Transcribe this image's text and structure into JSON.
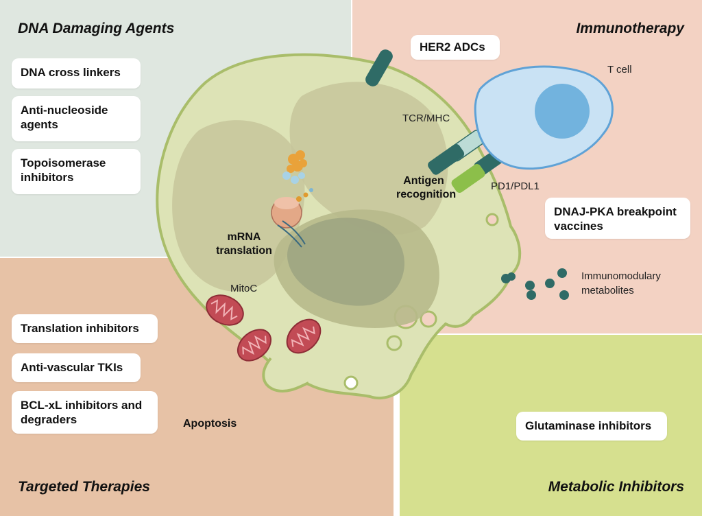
{
  "quadrants": {
    "dna_damaging": {
      "title": "DNA Damaging Agents",
      "items": [
        "DNA cross linkers",
        "Anti-nucleoside agents",
        "Topoisomerase inhibitors"
      ]
    },
    "immunotherapy": {
      "title": "Immunotherapy",
      "items": [
        "HER2 ADCs",
        "DNAJ-PKA breakpoint vaccines"
      ]
    },
    "targeted": {
      "title": "Targeted Therapies",
      "items": [
        "Translation inhibitors",
        "Anti-vascular TKIs",
        "BCL-xL inhibitors and degraders"
      ]
    },
    "metabolic": {
      "title": "Metabolic Inhibitors",
      "items": [
        "Glutaminase inhibitors"
      ]
    }
  },
  "labels": {
    "t_cell": "T cell",
    "tcr_mhc": "TCR/MHC",
    "pd1_pdl1": "PD1/PDL1",
    "antigen_recognition": "Antigen recognition",
    "mrna_translation": "mRNA translation",
    "mitoc": "MitoC",
    "apoptosis": "Apoptosis",
    "immunomodulary_metabolites": "Immunomodulary metabolites"
  },
  "colors": {
    "dna_bg": "#dfe7e0",
    "immuno_bg": "#f3d2c3",
    "targeted_bg": "#e7c2a6",
    "metabolic_bg": "#d6e08f",
    "cell_fill": "#dde3b6",
    "cell_border": "#a9bd6a",
    "nucleus": "#c7c69b",
    "mito": "#c24b55",
    "receptor": "#2f6b66",
    "t_cell": "#c9e2f4",
    "t_cell_nucleus": "#72b3de"
  }
}
